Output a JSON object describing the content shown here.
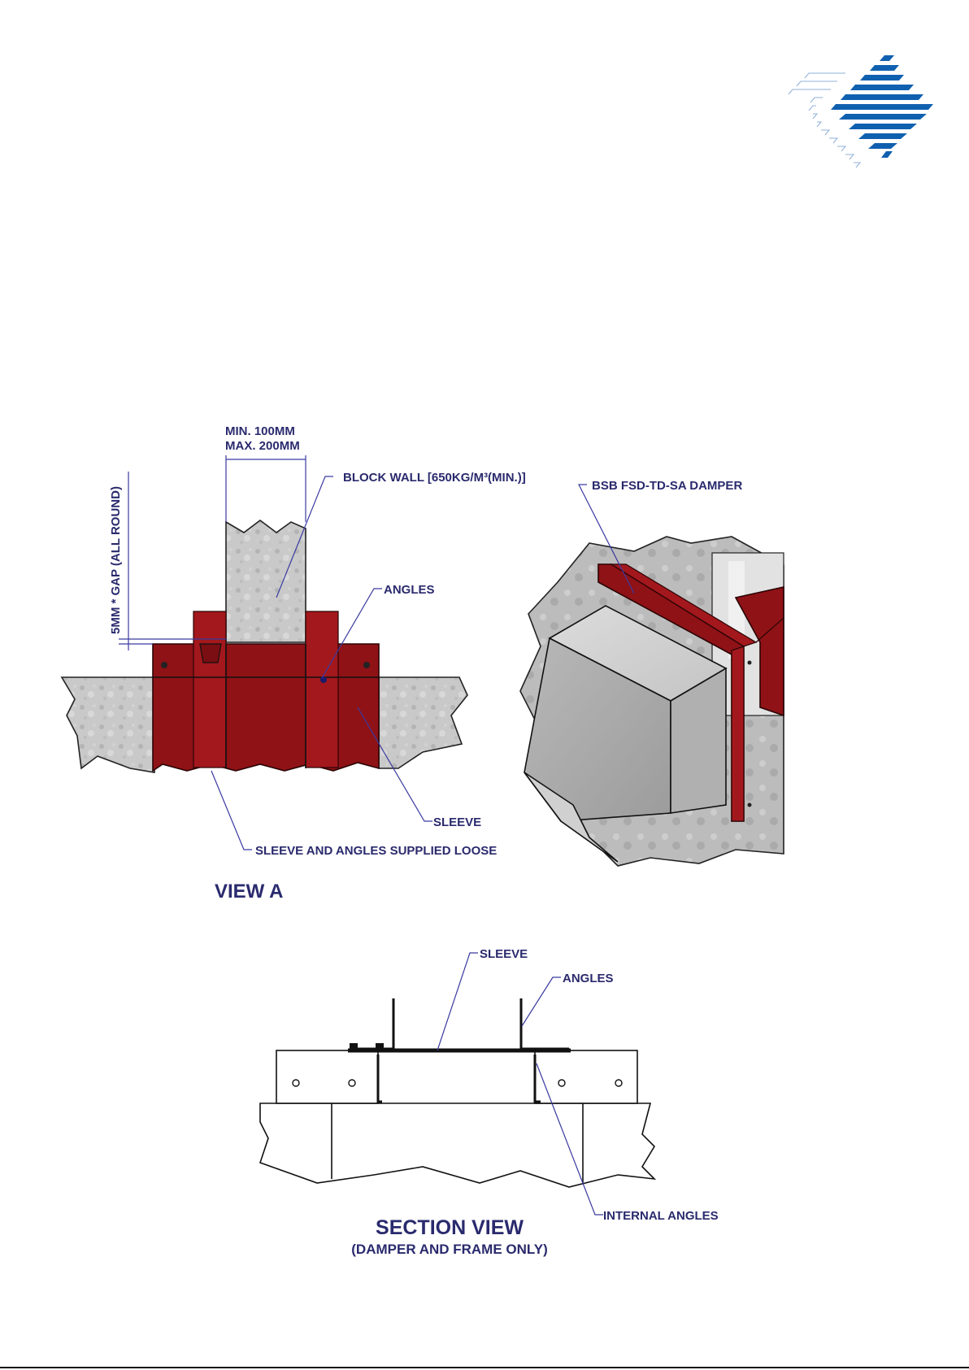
{
  "logo": {
    "name": "diamond-stripe-logo",
    "color": "#1060b0"
  },
  "colors": {
    "label": "#2a2a6e",
    "leader": "#3a3aa0",
    "damper_red": "#8f1216"
  },
  "view_a": {
    "title": "VIEW A",
    "dim_min": "MIN. 100MM",
    "dim_max": "MAX. 200MM",
    "block_wall": "BLOCK WALL [650KG/M³(MIN.)]",
    "gap": "5MM * GAP (ALL ROUND)",
    "angles": "ANGLES",
    "sleeve": "SLEEVE",
    "supplied_loose": "SLEEVE AND ANGLES SUPPLIED LOOSE"
  },
  "iso_view": {
    "damper": "BSB FSD-TD-SA DAMPER"
  },
  "section_view": {
    "title": "SECTION VIEW",
    "subtitle": "(DAMPER AND FRAME ONLY)",
    "sleeve": "SLEEVE",
    "angles": "ANGLES",
    "internal_angles": "INTERNAL ANGLES"
  }
}
